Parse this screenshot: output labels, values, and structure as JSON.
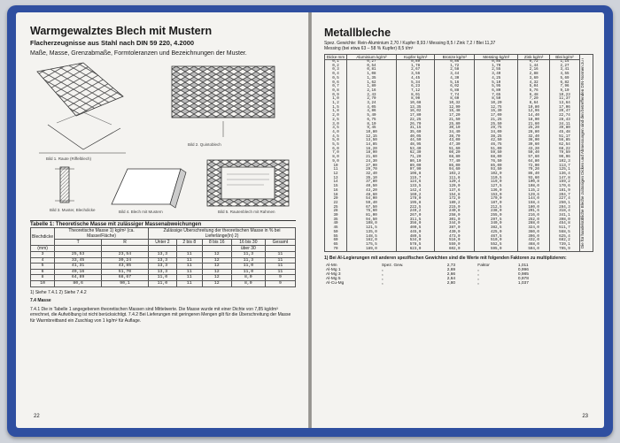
{
  "left": {
    "title": "Warmgewalztes Blech mit Mustern",
    "subtitle": "Flacherzeugnisse aus Stahl nach DIN 59 220, 4.2000",
    "description": "Maße, Masse, Grenzabmaße, Formtoleranzen und Bezeichnungen der Muster.",
    "captions": [
      "Bild 1. Raute (Riffelblech)",
      "Bild 2. Quintoblech",
      "Bild 3. Muster, Blechdicke",
      "Bild 4. Blech mit Mustern",
      "Bild 5. Rautenblech mit Rahmen"
    ],
    "table_title": "Tabelle 1: Theoretische Masse mit zulässiger Massenabweichungen",
    "headers": [
      "Blechdicke",
      "Theoretische Masse 1) kg/m² (ca. Masse/Fläche)",
      "Zulässige Überschreitung der theoretischen Masse in % bei Lieferlänge(ln) 2)",
      "(mm)",
      "T",
      "R",
      "Unter 2",
      "2 bis 8",
      "8 bis 16",
      "16 bis 30",
      "über 30",
      "Gesamt"
    ],
    "rows": [
      [
        "3",
        "25,53",
        "23,54",
        "13,3",
        "11",
        "12",
        "11,3",
        "11"
      ],
      [
        "4",
        "33,45",
        "30,24",
        "13,3",
        "11",
        "12",
        "11,3",
        "11"
      ],
      [
        "5",
        "41,31",
        "43,85",
        "13,3",
        "11",
        "12",
        "11,0",
        "11"
      ],
      [
        "6",
        "49,16",
        "51,70",
        "13,3",
        "11",
        "12",
        "11,0",
        "11"
      ],
      [
        "8",
        "64,89",
        "68,67",
        "11,0",
        "11",
        "12",
        "8,0",
        "9"
      ],
      [
        "10",
        "80,6",
        "90,1",
        "11,0",
        "11",
        "12",
        "8,0",
        "9"
      ]
    ],
    "table_note": "1) Siehe 7.4.1   2) Siehe 7.4.2",
    "footnote_title": "7.4 Masse",
    "footnote": "7.4.1 Die in Tabelle 1 angegebenen theoretischen Massen sind Mittelwerte. Die Masse wurde mit einer Dichte von 7,85 kg/dm³ errechnet, die Aufwölbung ist nicht berücksichtigt. 7.4.2 Bei Lieferungen mit geringeren Mengen gilt für die Überschreitung der Masse für Warmbreitband ein Zuschlag von 1 kg/m² für Auflage.",
    "page_number": "22"
  },
  "right": {
    "title": "Metallbleche",
    "spec": "Spez. Gewichte:   Rein-Aluminium 2,70 / Kupfer 8,93 / Messing 8,5 / Zink 7,2 / Blei 11,37",
    "spec2": "Messing (bei etwa 63 – 58 % Kupfer) 8,5 t/m³",
    "headers": [
      "Dicke mm",
      "Aluminium kg/m²",
      "Kupfer kg/m²",
      "Bronze kg/m²",
      "Messing kg/m²",
      "Zink kg/m²",
      "Blei kg/m²"
    ],
    "cols": [
      "0,1\n0,2\n0,3\n0,4\n0,5\n0,6\n0,7\n0,8\n0,9\n1,0\n1,2\n1,5\n1,8\n2,0\n2,5\n3,0\n3,5\n4,0\n4,5\n5,0\n5,5\n6,0\n7,0\n8,0\n9,0\n10\n11\n12\n13\n14\n15\n16\n18\n20\n22\n25\n28\n30\n35\n40\n45\n50\n55\n60\n65\n70",
      "0,27\n0,54\n0,81\n1,08\n1,35\n1,62\n1,89\n2,16\n2,43\n2,70\n3,24\n4,05\n4,86\n5,40\n6,75\n8,10\n9,45\n10,80\n12,15\n13,50\n14,85\n16,20\n18,90\n21,60\n24,30\n27,00\n29,70\n32,40\n35,10\n37,80\n40,50\n43,20\n48,60\n54,00\n59,40\n67,50\n75,60\n81,00\n94,50\n108,0\n121,5\n135,0\n148,5\n162,0\n175,5\n189,0",
      "0,89\n1,78\n2,67\n3,56\n4,45\n5,34\n6,23\n7,12\n8,01\n8,90\n10,68\n13,35\n16,02\n17,80\n22,25\n26,70\n31,15\n35,60\n40,05\n44,50\n48,95\n53,40\n62,30\n71,20\n80,10\n89,00\n97,90\n106,8\n115,7\n124,6\n133,5\n142,4\n160,2\n178,0\n195,8\n222,5\n249,2\n267,0\n311,5\n356,0\n400,5\n445,0\n489,5\n534,0\n578,5\n623,0",
      "0,86\n1,72\n2,58\n3,44\n4,30\n5,16\n6,02\n6,88\n7,74\n8,60\n10,32\n12,90\n15,48\n17,20\n21,50\n25,80\n30,10\n34,40\n38,70\n43,00\n47,30\n51,60\n60,20\n68,80\n77,40\n86,00\n94,60\n103,2\n111,8\n120,4\n129,0\n137,6\n154,8\n172,0\n189,2\n215,0\n240,8\n258,0\n301,0\n344,0\n387,0\n430,0\n473,0\n516,0\n559,0\n602,0",
      "0,85\n1,70\n2,55\n3,40\n4,25\n5,10\n5,95\n6,80\n7,65\n8,50\n10,20\n12,75\n15,30\n17,00\n21,25\n25,50\n29,75\n34,00\n38,25\n42,50\n46,75\n51,00\n59,50\n68,00\n76,50\n85,00\n93,50\n102,0\n110,5\n119,0\n127,5\n136,0\n153,0\n170,0\n187,0\n212,5\n238,0\n255,0\n297,5\n340,0\n382,5\n425,0\n467,5\n510,0\n552,5\n595,0",
      "0,72\n1,44\n2,16\n2,88\n3,60\n4,32\n5,04\n5,76\n6,48\n7,20\n8,64\n10,80\n12,96\n14,40\n18,00\n21,60\n25,20\n28,80\n32,40\n36,00\n39,60\n43,20\n50,40\n57,60\n64,80\n72,00\n79,20\n86,40\n93,60\n100,8\n108,0\n115,2\n129,6\n144,0\n158,4\n180,0\n201,6\n216,0\n252,0\n288,0\n324,0\n360,0\n396,0\n432,0\n468,0\n504,0",
      "1,14\n2,27\n3,41\n4,55\n5,69\n6,82\n7,96\n9,10\n10,23\n11,37\n13,64\n17,06\n20,47\n22,74\n28,43\n34,11\n39,80\n45,48\n51,17\n56,85\n62,54\n68,22\n79,59\n90,96\n102,3\n113,7\n125,1\n136,4\n147,8\n159,2\n170,6\n181,9\n204,7\n227,4\n250,1\n284,3\n318,4\n341,1\n398,0\n454,8\n511,7\n568,5\n625,4\n682,2\n739,1\n795,9"
    ],
    "vertical_note": "Die für handelsübliche Bleche zulässigen Dicken und Abmessungen sind den betreffenden DIN-Normen zu entnehmen.",
    "alloy_title": "1) Bei Al-Legierungen mit anderen spezifischen Gewichten sind die Werte mit folgenden Faktoren zu multiplizieren:",
    "alloys": [
      [
        "Al-Mn",
        "Spez. Gew.",
        "2,73",
        "Faktor",
        "1,011"
      ],
      [
        "Al-Mg 1",
        "„",
        "2,69",
        "„",
        "0,996"
      ],
      [
        "Al-Mg 3",
        "„",
        "2,66",
        "„",
        "0,985"
      ],
      [
        "Al-Mg 5",
        "„",
        "2,64",
        "„",
        "0,978"
      ],
      [
        "Al-Cu-Mg",
        "„",
        "2,80",
        "„",
        "1,037"
      ]
    ],
    "page_number": "23"
  }
}
